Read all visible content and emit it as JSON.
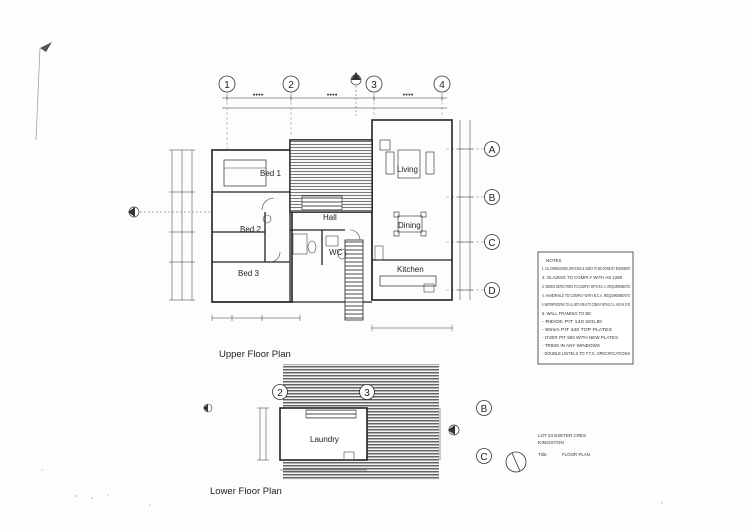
{
  "plans": {
    "upper": {
      "title": "Upper Floor Plan",
      "rooms": {
        "bed1": "Bed 1",
        "bed2": "Bed 2",
        "bed3": "Bed 3",
        "hall": "Hall",
        "wc": "WC",
        "living": "Living",
        "dining": "Dining",
        "kitchen": "Kitchen"
      },
      "grid_columns": [
        "1",
        "2",
        "3",
        "4"
      ],
      "grid_rows": [
        "A",
        "B",
        "C",
        "D"
      ]
    },
    "lower": {
      "title": "Lower Floor Plan",
      "rooms": {
        "laundry": "Laundry"
      },
      "grid_columns": [
        "2",
        "3"
      ],
      "grid_rows": [
        "B",
        "C"
      ]
    }
  },
  "notes": {
    "heading": "NOTES",
    "items": [
      "1. ALL DIMENSIONS, BRACING & SIZES TO BE DONE BY ENGINEER",
      "2. GLAZING TO COMPLY WITH AS 1288",
      "3. SMOKE DETECTORS TO COMPLY WITH B.C.A. REQUIREMENTS",
      "4. HANDRAILS TO COMPLY WITH B.C.A. REQUIREMENTS",
      "5. WATERPROOFING TO ALL WET AREAS TO COMPLY WITH B.C.A. AND AS 3740",
      "6. WALL FRAMING TO BE:",
      "- RIDGE PIT 140 SOLID",
      "- 90mm PIT 440 TOP PLATES",
      "- OVER PIT 900 WITH NEW PLATES",
      "- TRIMS IN ANY WINDOWS",
      "- DOUBLE LINTELS TO T.T.C. SPECIFICATIONS"
    ]
  },
  "title_block": {
    "line1": "LOT 23 EXETER CRES",
    "line2": "KINGSTON",
    "label": "Title:",
    "value": "FLOOR PLAN"
  }
}
